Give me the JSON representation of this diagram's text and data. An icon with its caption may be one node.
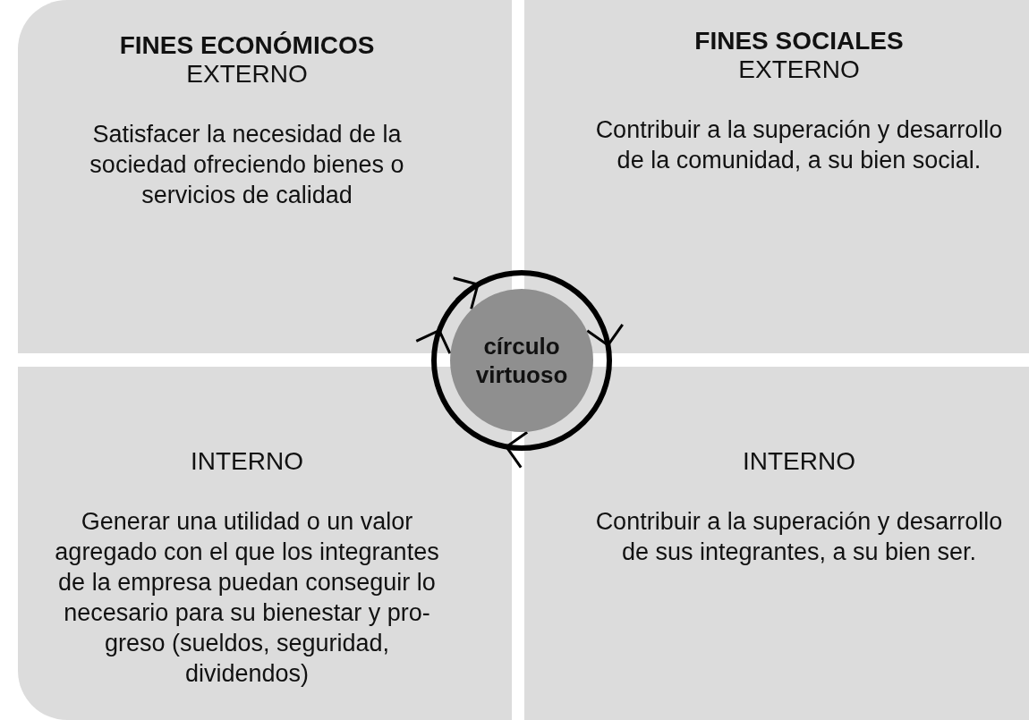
{
  "diagram": {
    "nodes": [
      {
        "text": [
          "FINES ECONÓMICOS",
          "EXTERNO",
          "Satisfacer la necesidad de la sociedad ofreciendo bienes o servicios de calidad"
        ]
      },
      {
        "text": [
          "FINES SOCIALES",
          "EXTERNO",
          "Contribuir a la superación y desarrollo de la comunidad, a su bien social."
        ]
      },
      {
        "text": [
          "INTERNO",
          "Generar una utilidad o un valor agregado con el que los integrantes de la empresa puedan conseguir lo necesario para su bienestar y pro-greso (sueldos, seguridad, dividendos)"
        ]
      },
      {
        "text": [
          "INTERNO",
          "Contribuir a la superación y desarrollo de sus integrantes, a su bien ser."
        ]
      },
      {
        "text": [
          "círculo virtuoso"
        ]
      }
    ]
  }
}
